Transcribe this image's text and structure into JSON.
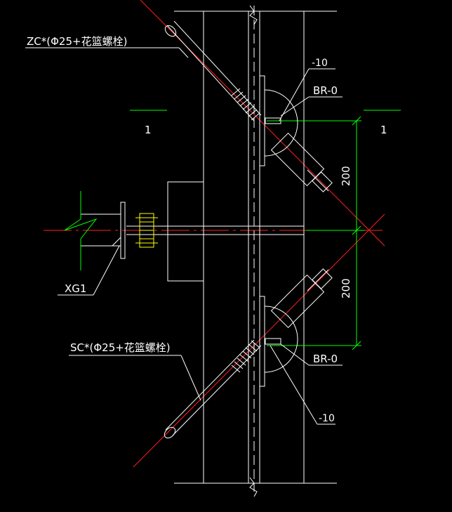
{
  "labels": {
    "zc": "ZC*(Φ25+花篮螺栓)",
    "sc": "SC*(Φ25+花篮螺栓)",
    "xg1": "XG1",
    "plate_top": "-10",
    "plate_bottom": "-10",
    "br_top": "BR-0",
    "br_bottom": "BR-0",
    "section_left": "1",
    "section_right": "1",
    "dim_top": "200",
    "dim_bottom": "200"
  },
  "colors": {
    "background": "#000000",
    "line": "#ffffff",
    "axis": "#ff2020",
    "dimension": "#00ff00",
    "bolt": "#ffff00"
  }
}
